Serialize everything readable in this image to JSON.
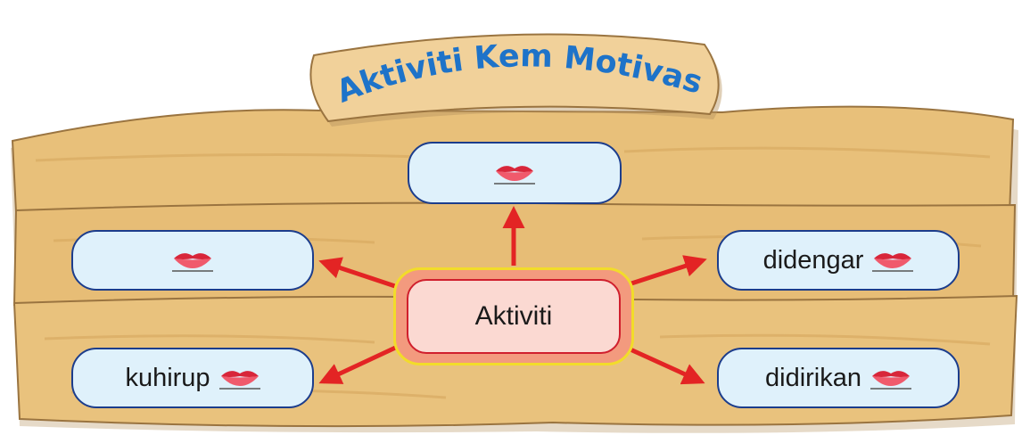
{
  "title": "Aktiviti Kem Motivasi",
  "center": {
    "label": "Aktiviti"
  },
  "boxes": {
    "top": {
      "text": "",
      "icon": "lips-icon"
    },
    "left_upper": {
      "text": "",
      "icon": "lips-icon"
    },
    "left_lower": {
      "text": "kuhirup",
      "icon": "lips-icon"
    },
    "right_upper": {
      "text": "didengar",
      "icon": "lips-icon"
    },
    "right_lower": {
      "text": "didirikan",
      "icon": "lips-icon"
    }
  },
  "colors": {
    "wood": "#e8c07a",
    "box_fill": "#dff1fb",
    "box_border": "#1c3d8c",
    "arrow": "#e32424",
    "title": "#1e73c9",
    "center_outer": "#f39a7e",
    "center_border": "#f2dc2a"
  }
}
